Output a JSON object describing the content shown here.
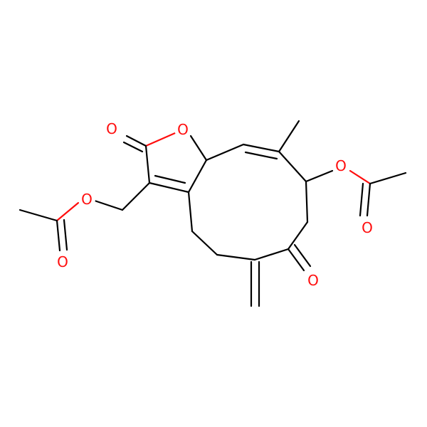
{
  "molecule": {
    "colors": {
      "carbon_bond": "#000000",
      "oxygen": "#ff0d0d",
      "background": "#ffffff"
    },
    "atoms": [
      {
        "id": "O_lactone_carbonyl",
        "label": "O",
        "element": "oxygen"
      },
      {
        "id": "O_ring",
        "label": "O",
        "element": "oxygen"
      },
      {
        "id": "O_ester_left",
        "label": "O",
        "element": "oxygen"
      },
      {
        "id": "O_carbonyl_left",
        "label": "O",
        "element": "oxygen"
      },
      {
        "id": "O_ester_right",
        "label": "O",
        "element": "oxygen"
      },
      {
        "id": "O_carbonyl_right",
        "label": "O",
        "element": "oxygen"
      },
      {
        "id": "O_ketone",
        "label": "O",
        "element": "oxygen"
      }
    ]
  }
}
